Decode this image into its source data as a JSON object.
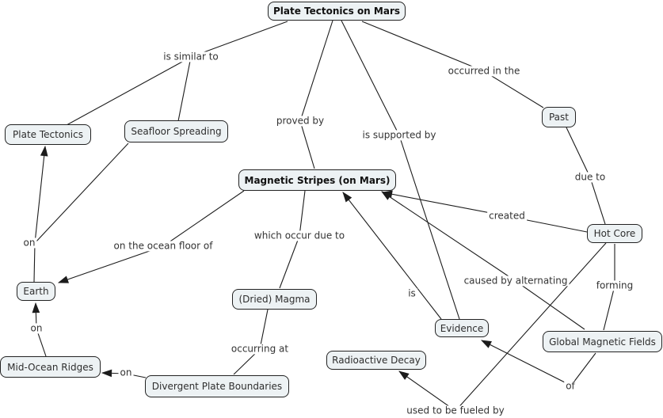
{
  "diagram": {
    "type": "concept-map",
    "root_concept": "Plate Tectonics on Mars",
    "background_color": "#ffffff",
    "node_fill": "#edf2f4",
    "node_border": "#222222",
    "line_color": "#1c1c1c",
    "text_color": "#2e2e2e"
  },
  "nodes": [
    {
      "id": "plate-tectonics-on-mars",
      "label": "Plate Tectonics on Mars",
      "emphasis": true
    },
    {
      "id": "plate-tectonics",
      "label": "Plate Tectonics",
      "emphasis": false
    },
    {
      "id": "seafloor-spreading",
      "label": "Seafloor Spreading",
      "emphasis": false
    },
    {
      "id": "past",
      "label": "Past",
      "emphasis": false
    },
    {
      "id": "magnetic-stripes-on-mars",
      "label": "Magnetic Stripes (on Mars)",
      "emphasis": true
    },
    {
      "id": "hot-core",
      "label": "Hot Core",
      "emphasis": false
    },
    {
      "id": "earth",
      "label": "Earth",
      "emphasis": false
    },
    {
      "id": "dried-magma",
      "label": "(Dried) Magma",
      "emphasis": false
    },
    {
      "id": "evidence",
      "label": "Evidence",
      "emphasis": false
    },
    {
      "id": "global-magnetic-fields",
      "label": "Global Magnetic Fields",
      "emphasis": false
    },
    {
      "id": "radioactive-decay",
      "label": "Radioactive Decay",
      "emphasis": false
    },
    {
      "id": "mid-ocean-ridges",
      "label": "Mid-Ocean Ridges",
      "emphasis": false
    },
    {
      "id": "divergent-plate-boundaries",
      "label": "Divergent Plate Boundaries",
      "emphasis": false
    }
  ],
  "link_labels": [
    {
      "id": "is-similar-to",
      "text": "is similar to"
    },
    {
      "id": "occurred-in-the",
      "text": "occurred in the"
    },
    {
      "id": "proved-by",
      "text": "proved by"
    },
    {
      "id": "is-supported-by",
      "text": "is supported by"
    },
    {
      "id": "due-to",
      "text": "due to"
    },
    {
      "id": "created",
      "text": "created"
    },
    {
      "id": "on-1",
      "text": "on"
    },
    {
      "id": "on-the-ocean-floor-of",
      "text": "on the ocean floor of"
    },
    {
      "id": "which-occur-due-to",
      "text": "which occur due to"
    },
    {
      "id": "caused-by-alternating",
      "text": "caused by alternating"
    },
    {
      "id": "forming",
      "text": "forming"
    },
    {
      "id": "is",
      "text": "is"
    },
    {
      "id": "on-2",
      "text": "on"
    },
    {
      "id": "occurring-at",
      "text": "occurring at"
    },
    {
      "id": "on-3",
      "text": "on"
    },
    {
      "id": "of",
      "text": "of"
    },
    {
      "id": "used-to-be-fueled-by",
      "text": "used to be fueled by"
    }
  ],
  "connections": [
    {
      "label": "is similar to",
      "endpoints": [
        "plate-tectonics-on-mars",
        "plate-tectonics",
        "seafloor-spreading"
      ],
      "arrow_into": null
    },
    {
      "label": "proved by",
      "endpoints": [
        "plate-tectonics-on-mars",
        "magnetic-stripes-on-mars"
      ],
      "arrow_into": null
    },
    {
      "label": "is supported by",
      "endpoints": [
        "plate-tectonics-on-mars",
        "evidence"
      ],
      "arrow_into": null
    },
    {
      "label": "occurred in the",
      "endpoints": [
        "plate-tectonics-on-mars",
        "past"
      ],
      "arrow_into": null
    },
    {
      "label": "due to",
      "endpoints": [
        "past",
        "hot-core"
      ],
      "arrow_into": null
    },
    {
      "label": "created",
      "endpoints": [
        "hot-core",
        "magnetic-stripes-on-mars"
      ],
      "arrow_into": "magnetic-stripes-on-mars"
    },
    {
      "label": "caused by alternating",
      "endpoints": [
        "global-magnetic-fields",
        "magnetic-stripes-on-mars"
      ],
      "arrow_into": "magnetic-stripes-on-mars"
    },
    {
      "label": "is",
      "endpoints": [
        "evidence",
        "magnetic-stripes-on-mars"
      ],
      "arrow_into": "magnetic-stripes-on-mars"
    },
    {
      "label": "on the ocean floor of",
      "endpoints": [
        "magnetic-stripes-on-mars",
        "earth"
      ],
      "arrow_into": "earth"
    },
    {
      "label": "which occur due to",
      "endpoints": [
        "magnetic-stripes-on-mars",
        "dried-magma"
      ],
      "arrow_into": null
    },
    {
      "label": "on",
      "endpoints": [
        "seafloor-spreading",
        "earth",
        "plate-tectonics"
      ],
      "arrow_into": "plate-tectonics"
    },
    {
      "label": "occurring at",
      "endpoints": [
        "dried-magma",
        "divergent-plate-boundaries"
      ],
      "arrow_into": null
    },
    {
      "label": "on",
      "endpoints": [
        "mid-ocean-ridges",
        "earth"
      ],
      "arrow_into": "earth"
    },
    {
      "label": "on",
      "endpoints": [
        "divergent-plate-boundaries",
        "mid-ocean-ridges"
      ],
      "arrow_into": "mid-ocean-ridges"
    },
    {
      "label": "forming",
      "endpoints": [
        "hot-core",
        "global-magnetic-fields"
      ],
      "arrow_into": null
    },
    {
      "label": "of",
      "endpoints": [
        "global-magnetic-fields",
        "evidence"
      ],
      "arrow_into": "evidence"
    },
    {
      "label": "used to be fueled by",
      "endpoints": [
        "hot-core",
        "radioactive-decay"
      ],
      "arrow_into": "radioactive-decay"
    }
  ]
}
